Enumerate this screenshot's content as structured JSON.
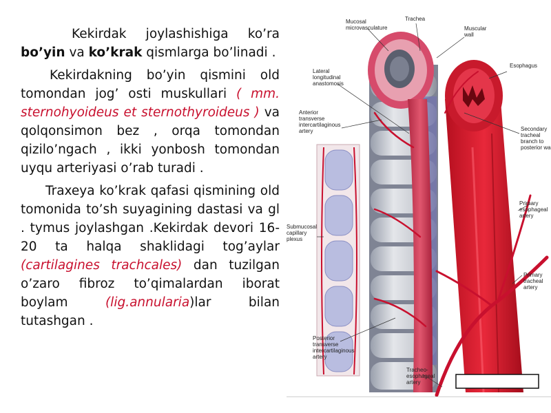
{
  "paragraphs": {
    "p1": {
      "t1": "Kekirdak joylashishiga ko’ra ",
      "b1": "bo’yin",
      "t2": " va ",
      "b2": "ko’krak",
      "t3": " qismlarga bo’linadi ."
    },
    "p2": {
      "t1": "Kekirdakning bo’yin qismini old tomondan jog’ osti muskullari ",
      "r1": "( mm. sternohyoideus et sternothyroideus )",
      "t2": " va qolqonsimon bez , orqa tomondan qizilo’ngach , ikki yonbosh tomondan uyqu arteriyasi o’rab turadi ."
    },
    "p3": {
      "t1": "Traxeya ko’krak qafasi qismining old tomonida to’sh suyagining dastasi va gl . tymus joylashgan .Kekirdak devori 16-20 ta halqa shaklidagi tog’aylar ",
      "r1": "(cartilagines trachcales)",
      "t2": " dan tuzilgan o’zaro fibroz to’qimalardan iborat boylam ",
      "r2": "(lig.annularia",
      "t3": ")lar bilan tutashgan ."
    }
  },
  "figure": {
    "labels": {
      "mucosal": [
        "Mucosal",
        "microvasculature"
      ],
      "trachea": [
        "Trachea"
      ],
      "muscular": [
        "Muscular",
        "wall"
      ],
      "esophagus": [
        "Esophagus"
      ],
      "lateral": [
        "Lateral",
        "longitudinal",
        "anastomosis"
      ],
      "anterior": [
        "Anterior",
        "transverse",
        "intercartilaginous",
        "artery"
      ],
      "secondary": [
        "Secondary",
        "tracheal",
        "branch to",
        "posterior wall"
      ],
      "submucosal": [
        "Submucosal",
        "capillary",
        "plexus"
      ],
      "primary_eso": [
        "Primary",
        "esophageal",
        "artery"
      ],
      "primary_tra": [
        "Primary",
        "tracheal",
        "artery"
      ],
      "posterior": [
        "Posterior",
        "transverse",
        "intercartilaginous",
        "artery"
      ],
      "tracheo": [
        "Tracheo-",
        "esophageal",
        "artery"
      ]
    }
  }
}
